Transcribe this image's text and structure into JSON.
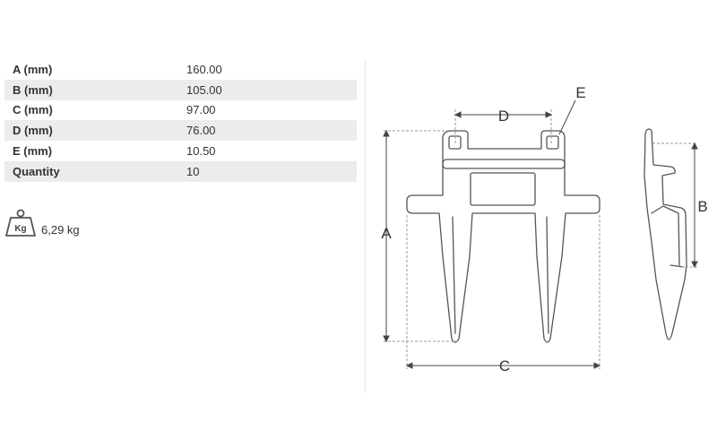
{
  "specs": [
    {
      "label": "A (mm)",
      "value": "160.00"
    },
    {
      "label": "B (mm)",
      "value": "105.00"
    },
    {
      "label": "C (mm)",
      "value": "97.00"
    },
    {
      "label": "D (mm)",
      "value": "76.00"
    },
    {
      "label": "E (mm)",
      "value": "10.50"
    },
    {
      "label": "Quantity",
      "value": "10"
    }
  ],
  "weight": {
    "icon_label": "Kg",
    "value": "6,29 kg",
    "icon": "weight-icon"
  },
  "drawing": {
    "dim_a": "A",
    "dim_b": "B",
    "dim_c": "C",
    "dim_d": "D",
    "dim_e": "E"
  }
}
